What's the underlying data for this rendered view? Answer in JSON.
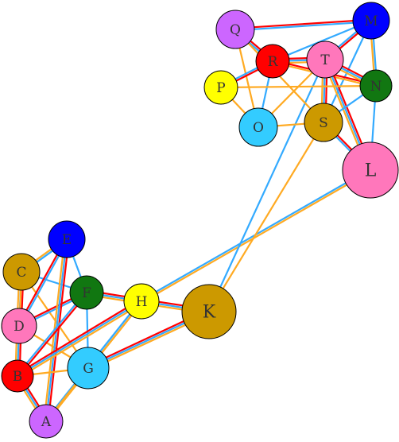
{
  "graph": {
    "nodes": [
      {
        "id": "A",
        "label": "A",
        "color": "#cc66ff"
      },
      {
        "id": "B",
        "label": "B",
        "color": "#ff0000"
      },
      {
        "id": "C",
        "label": "C",
        "color": "#cc9900"
      },
      {
        "id": "D",
        "label": "D",
        "color": "#ff77bb"
      },
      {
        "id": "E",
        "label": "E",
        "color": "#0000ff"
      },
      {
        "id": "F",
        "label": "F",
        "color": "#117711"
      },
      {
        "id": "G",
        "label": "G",
        "color": "#33ccff"
      },
      {
        "id": "H",
        "label": "H",
        "color": "#ffff00"
      },
      {
        "id": "K",
        "label": "K",
        "color": "#cc9900"
      },
      {
        "id": "L",
        "label": "L",
        "color": "#ff77bb"
      },
      {
        "id": "M",
        "label": "M",
        "color": "#0000ff"
      },
      {
        "id": "N",
        "label": "N",
        "color": "#117711"
      },
      {
        "id": "O",
        "label": "O",
        "color": "#33ccff"
      },
      {
        "id": "P",
        "label": "P",
        "color": "#ffff00"
      },
      {
        "id": "Q",
        "label": "Q",
        "color": "#cc66ff"
      },
      {
        "id": "R",
        "label": "R",
        "color": "#ff0000"
      },
      {
        "id": "S",
        "label": "S",
        "color": "#cc9900"
      },
      {
        "id": "T",
        "label": "T",
        "color": "#ff77bb"
      }
    ],
    "edges": [
      {
        "from": "C",
        "to": "E",
        "colors": [
          "orange",
          "blue"
        ]
      },
      {
        "from": "C",
        "to": "F",
        "colors": [
          "blue"
        ]
      },
      {
        "from": "C",
        "to": "D",
        "colors": [
          "red",
          "blue",
          "orange"
        ]
      },
      {
        "from": "C",
        "to": "B",
        "colors": [
          "orange"
        ]
      },
      {
        "from": "C",
        "to": "G",
        "colors": [
          "orange"
        ]
      },
      {
        "from": "D",
        "to": "E",
        "colors": [
          "red",
          "blue"
        ]
      },
      {
        "from": "D",
        "to": "F",
        "colors": [
          "red",
          "blue"
        ]
      },
      {
        "from": "D",
        "to": "B",
        "colors": [
          "red",
          "blue",
          "orange"
        ]
      },
      {
        "from": "D",
        "to": "G",
        "colors": [
          "orange"
        ]
      },
      {
        "from": "E",
        "to": "F",
        "colors": [
          "blue"
        ]
      },
      {
        "from": "E",
        "to": "A",
        "colors": [
          "red",
          "blue",
          "orange"
        ]
      },
      {
        "from": "F",
        "to": "H",
        "colors": [
          "red",
          "blue",
          "orange"
        ]
      },
      {
        "from": "F",
        "to": "G",
        "colors": [
          "blue"
        ]
      },
      {
        "from": "F",
        "to": "B",
        "colors": [
          "red",
          "blue"
        ]
      },
      {
        "from": "B",
        "to": "A",
        "colors": [
          "red",
          "blue",
          "orange"
        ]
      },
      {
        "from": "B",
        "to": "G",
        "colors": [
          "orange"
        ]
      },
      {
        "from": "B",
        "to": "H",
        "colors": [
          "red",
          "blue",
          "orange"
        ]
      },
      {
        "from": "A",
        "to": "H",
        "colors": [
          "blue",
          "orange"
        ]
      },
      {
        "from": "A",
        "to": "G",
        "colors": [
          "orange"
        ]
      },
      {
        "from": "G",
        "to": "H",
        "colors": [
          "blue",
          "orange"
        ]
      },
      {
        "from": "G",
        "to": "K",
        "colors": [
          "red",
          "blue",
          "orange"
        ]
      },
      {
        "from": "H",
        "to": "K",
        "colors": [
          "red",
          "blue",
          "orange"
        ]
      },
      {
        "from": "H",
        "to": "L",
        "colors": [
          "blue",
          "orange"
        ]
      },
      {
        "from": "K",
        "to": "T",
        "colors": [
          "blue"
        ]
      },
      {
        "from": "K",
        "to": "S",
        "colors": [
          "orange"
        ]
      },
      {
        "from": "Q",
        "to": "M",
        "colors": [
          "red",
          "blue"
        ]
      },
      {
        "from": "Q",
        "to": "R",
        "colors": [
          "red",
          "blue"
        ]
      },
      {
        "from": "Q",
        "to": "O",
        "colors": [
          "orange"
        ]
      },
      {
        "from": "Q",
        "to": "S",
        "colors": [
          "orange"
        ]
      },
      {
        "from": "M",
        "to": "R",
        "colors": [
          "blue"
        ]
      },
      {
        "from": "M",
        "to": "T",
        "colors": [
          "red",
          "blue"
        ]
      },
      {
        "from": "M",
        "to": "N",
        "colors": [
          "blue",
          "orange"
        ]
      },
      {
        "from": "M",
        "to": "S",
        "colors": [
          "blue"
        ]
      },
      {
        "from": "R",
        "to": "T",
        "colors": [
          "red",
          "blue",
          "orange"
        ]
      },
      {
        "from": "R",
        "to": "P",
        "colors": [
          "red",
          "blue"
        ]
      },
      {
        "from": "R",
        "to": "O",
        "colors": [
          "blue"
        ]
      },
      {
        "from": "R",
        "to": "N",
        "colors": [
          "red",
          "orange"
        ]
      },
      {
        "from": "T",
        "to": "N",
        "colors": [
          "red",
          "blue",
          "orange"
        ]
      },
      {
        "from": "T",
        "to": "S",
        "colors": [
          "red",
          "blue",
          "orange"
        ]
      },
      {
        "from": "T",
        "to": "L",
        "colors": [
          "red",
          "blue",
          "orange"
        ]
      },
      {
        "from": "T",
        "to": "O",
        "colors": [
          "orange"
        ]
      },
      {
        "from": "P",
        "to": "N",
        "colors": [
          "orange"
        ]
      },
      {
        "from": "P",
        "to": "O",
        "colors": [
          "orange"
        ]
      },
      {
        "from": "O",
        "to": "S",
        "colors": [
          "orange"
        ]
      },
      {
        "from": "N",
        "to": "S",
        "colors": [
          "blue"
        ]
      },
      {
        "from": "N",
        "to": "L",
        "colors": [
          "blue"
        ]
      },
      {
        "from": "S",
        "to": "L",
        "colors": [
          "red",
          "blue"
        ]
      }
    ],
    "edge_palette": {
      "red": "#ff0000",
      "blue": "#33aaff",
      "orange": "#ffaa22"
    }
  }
}
